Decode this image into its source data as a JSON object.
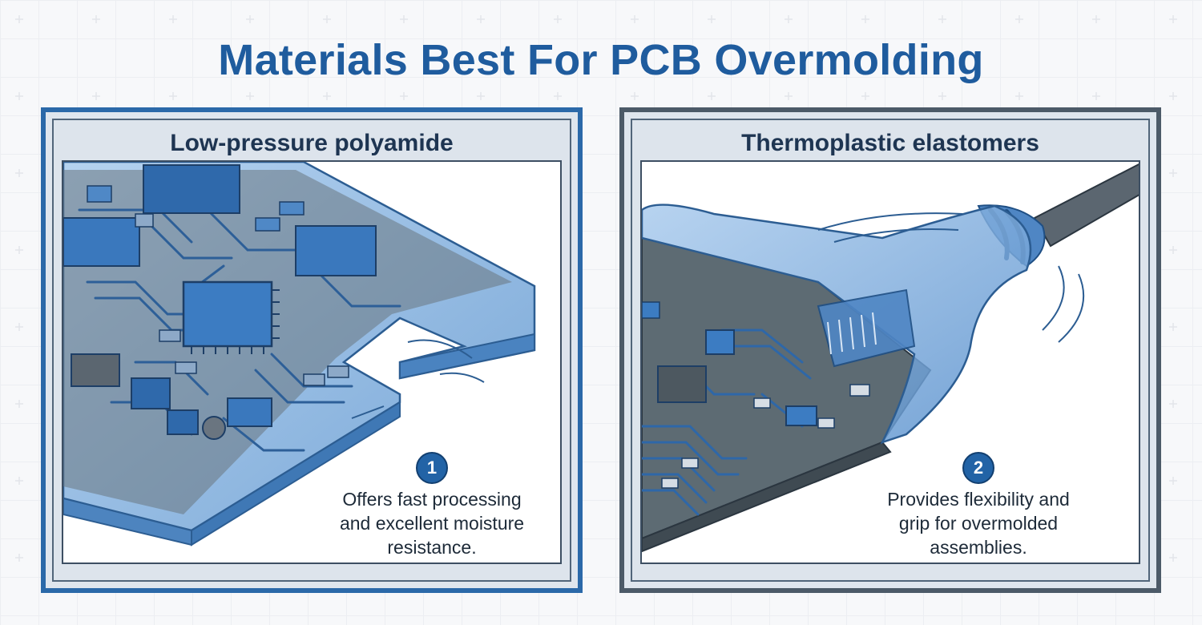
{
  "title": "Materials Best For PCB Overmolding",
  "panels": [
    {
      "heading": "Low-pressure polyamide",
      "number": "1",
      "description_lines": [
        "Offers fast processing",
        "and excellent moisture",
        "resistance."
      ]
    },
    {
      "heading": "Thermoplastic elastomers",
      "number": "2",
      "description_lines": [
        "Provides flexibility and",
        "grip for overmolded",
        "assemblies."
      ]
    }
  ],
  "colors": {
    "title_blue": "#1f5c9e",
    "panel1_border": "#2b69a9",
    "panel2_border": "#4c5a68",
    "badge_blue": "#2263a6",
    "pcb_green_gray": "#5d6b73",
    "overmold_blue": "#6fa3d9"
  },
  "icons": [
    "pcb-board-icon",
    "overmolded-cable-connector-icon"
  ]
}
